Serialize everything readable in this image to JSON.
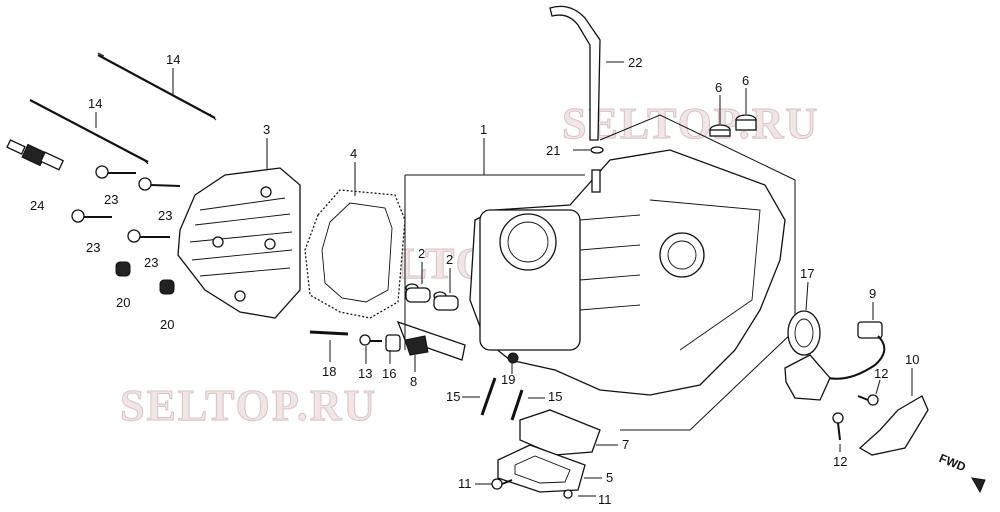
{
  "watermark": {
    "text_top": "SELTOP.RU",
    "text_mid": "SELTOP.RU",
    "text_bottom": "SELTOP.RU"
  },
  "direction_badge": {
    "text": "FWD"
  },
  "callouts": {
    "p1": "1",
    "p2a": "2",
    "p2b": "2",
    "p3": "3",
    "p4": "4",
    "p5": "5",
    "p6a": "6",
    "p6b": "6",
    "p7": "7",
    "p8": "8",
    "p9": "9",
    "p10": "10",
    "p11a": "11",
    "p11b": "11",
    "p12a": "12",
    "p12b": "12",
    "p13": "13",
    "p14a": "14",
    "p14b": "14",
    "p15a": "15",
    "p15b": "15",
    "p16": "16",
    "p17": "17",
    "p18": "18",
    "p19": "19",
    "p20a": "20",
    "p20b": "20",
    "p21": "21",
    "p22": "22",
    "p23a": "23",
    "p23b": "23",
    "p23c": "23",
    "p23d": "23",
    "p24": "24"
  }
}
